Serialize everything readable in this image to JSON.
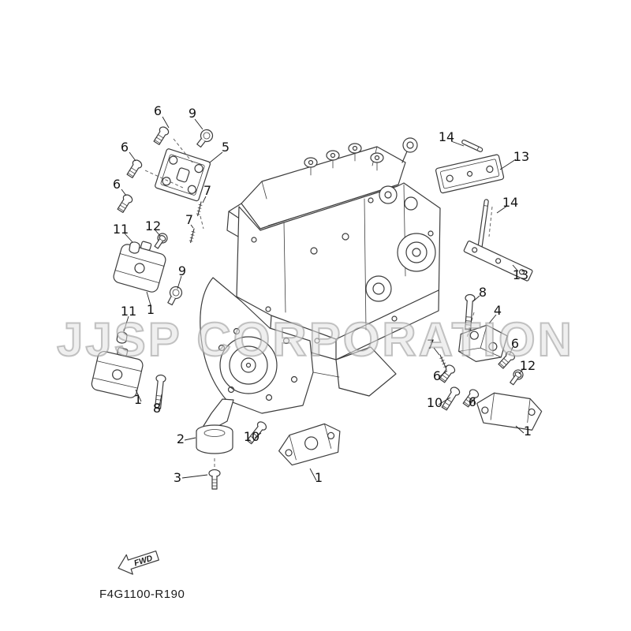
{
  "diagram": {
    "code": "F4G1100-R190",
    "fwd_label": "FWD",
    "watermark": "JJSP CORPORATION"
  },
  "callouts": [
    {
      "label": "6"
    },
    {
      "label": "9"
    },
    {
      "label": "6"
    },
    {
      "label": "5"
    },
    {
      "label": "6"
    },
    {
      "label": "7"
    },
    {
      "label": "7"
    },
    {
      "label": "11"
    },
    {
      "label": "12"
    },
    {
      "label": "9"
    },
    {
      "label": "11"
    },
    {
      "label": "1"
    },
    {
      "label": "14"
    },
    {
      "label": "13"
    },
    {
      "label": "14"
    },
    {
      "label": "13"
    },
    {
      "label": "8"
    },
    {
      "label": "4"
    },
    {
      "label": "7"
    },
    {
      "label": "6"
    },
    {
      "label": "6"
    },
    {
      "label": "12"
    },
    {
      "label": "10"
    },
    {
      "label": "6"
    },
    {
      "label": "1"
    },
    {
      "label": "1"
    },
    {
      "label": "8"
    },
    {
      "label": "2"
    },
    {
      "label": "10"
    },
    {
      "label": "3"
    },
    {
      "label": "1"
    }
  ]
}
